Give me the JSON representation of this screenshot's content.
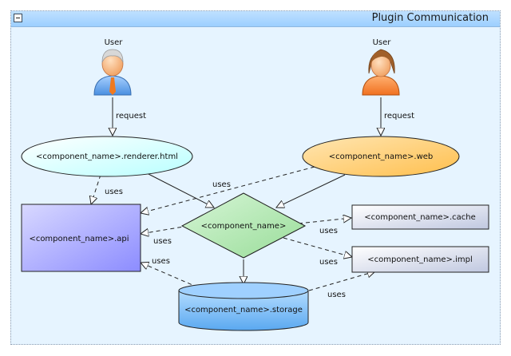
{
  "window": {
    "title": "Plugin Communication"
  },
  "actors": {
    "user_left": {
      "label": "User"
    },
    "user_right": {
      "label": "User"
    }
  },
  "nodes": {
    "renderer": {
      "label": "<component_name>.renderer.html"
    },
    "web": {
      "label": "<component_name>.web"
    },
    "api": {
      "label": "<component_name>.api"
    },
    "core": {
      "label": "<component_name>"
    },
    "cache": {
      "label": "<component_name>.cache"
    },
    "impl": {
      "label": "<component_name>.impl"
    },
    "storage": {
      "label": "<component_name>.storage"
    }
  },
  "edges": {
    "request_left": "request",
    "request_right": "request",
    "uses_renderer_api": "uses",
    "uses_web_api": "uses",
    "uses_core_api": "uses",
    "uses_storage_api": "uses",
    "uses_core_cache": "uses",
    "uses_core_impl": "uses",
    "uses_storage_impl": "uses"
  },
  "colors": {
    "renderer_fill": "#ccffff",
    "web_fill": "#ffd27f",
    "api_fill": "#a8a8ff",
    "core_fill": "#b3e6b3",
    "storage_fill": "#7fbfff",
    "box_fill": "#dde3f0"
  }
}
